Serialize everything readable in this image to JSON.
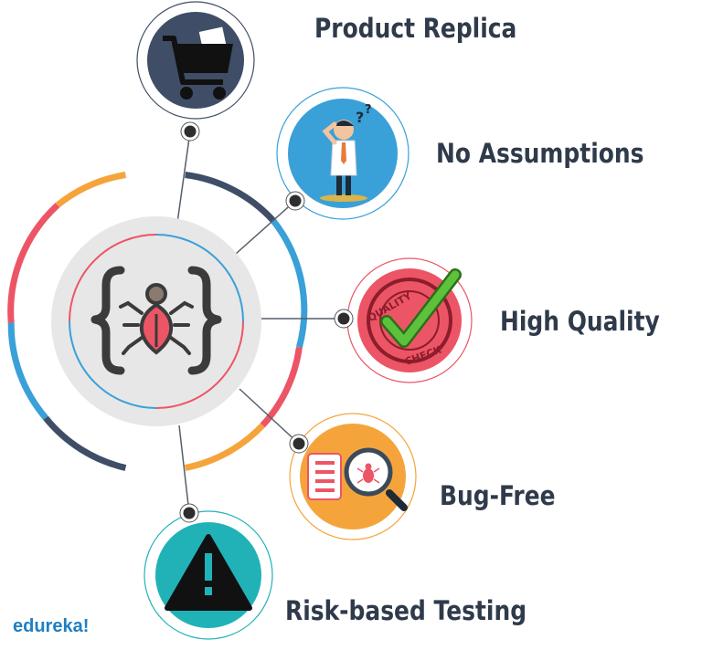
{
  "items": [
    {
      "label": "Product Replica",
      "icon": "shopping-cart-icon"
    },
    {
      "label": "No Assumptions",
      "icon": "confused-person-icon"
    },
    {
      "label": "High Quality",
      "icon": "quality-check-stamp-icon"
    },
    {
      "label": "Bug-Free",
      "icon": "bug-magnifier-icon"
    },
    {
      "label": "Risk-based Testing",
      "icon": "warning-triangle-icon"
    }
  ],
  "center": {
    "icon": "code-bug-icon"
  },
  "brand": "edureka!",
  "colors": {
    "navy": "#3f4e66",
    "sky": "#3aa0d8",
    "coral": "#ec5565",
    "orange": "#f5a43c",
    "teal": "#21b2b8",
    "text": "#2f3a4a",
    "brand": "#1f7fc2"
  }
}
